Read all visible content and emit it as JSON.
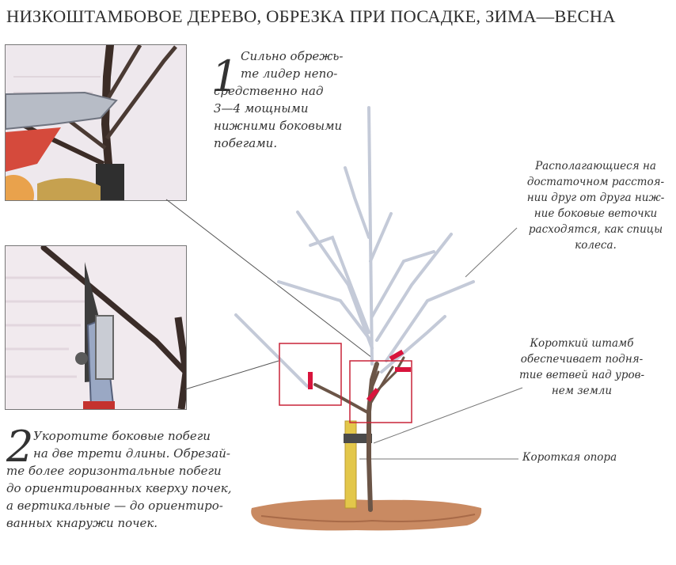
{
  "title": "НИЗКОШТАМБОВОЕ ДЕРЕВО, ОБРЕЗКА ПРИ ПОСАДКЕ, ЗИМА—ВЕСНА",
  "step1": {
    "number": "1",
    "lines": [
      "Сильно обрежь-",
      "те лидер непо-",
      "средственно над",
      "3—4 мощными",
      "нижними боковыми",
      "побегами."
    ]
  },
  "step2": {
    "number": "2",
    "lines": [
      "Укоротите боковые побеги",
      "на две трети длины. Обрезай-",
      "те более горизонтальные побеги",
      "до ориентированных кверху почек,",
      "а вертикальные — до ориентиро-",
      "ванных кнаружи почек."
    ]
  },
  "annotations": {
    "branches": [
      "Располагающиеся на",
      "достаточном расстоя-",
      "нии друг от друга ниж-",
      "ние боковые веточки",
      "расходятся, как спицы",
      "колеса."
    ],
    "trunk": [
      "Короткий штамб",
      "обеспечивает подня-",
      "тие ветвей над уров-",
      "нем земли"
    ],
    "stake": "Короткая опора"
  },
  "colors": {
    "cut_mark": "#d8143c",
    "box": "#c92438",
    "stake": "#e3c74a",
    "soil": "#c98a62",
    "ghost_branch": "#c4cad8",
    "trunk": "#6b5547"
  },
  "icons": {
    "photo1": "pruning-shears-photo",
    "photo2": "pruning-shears-photo"
  }
}
